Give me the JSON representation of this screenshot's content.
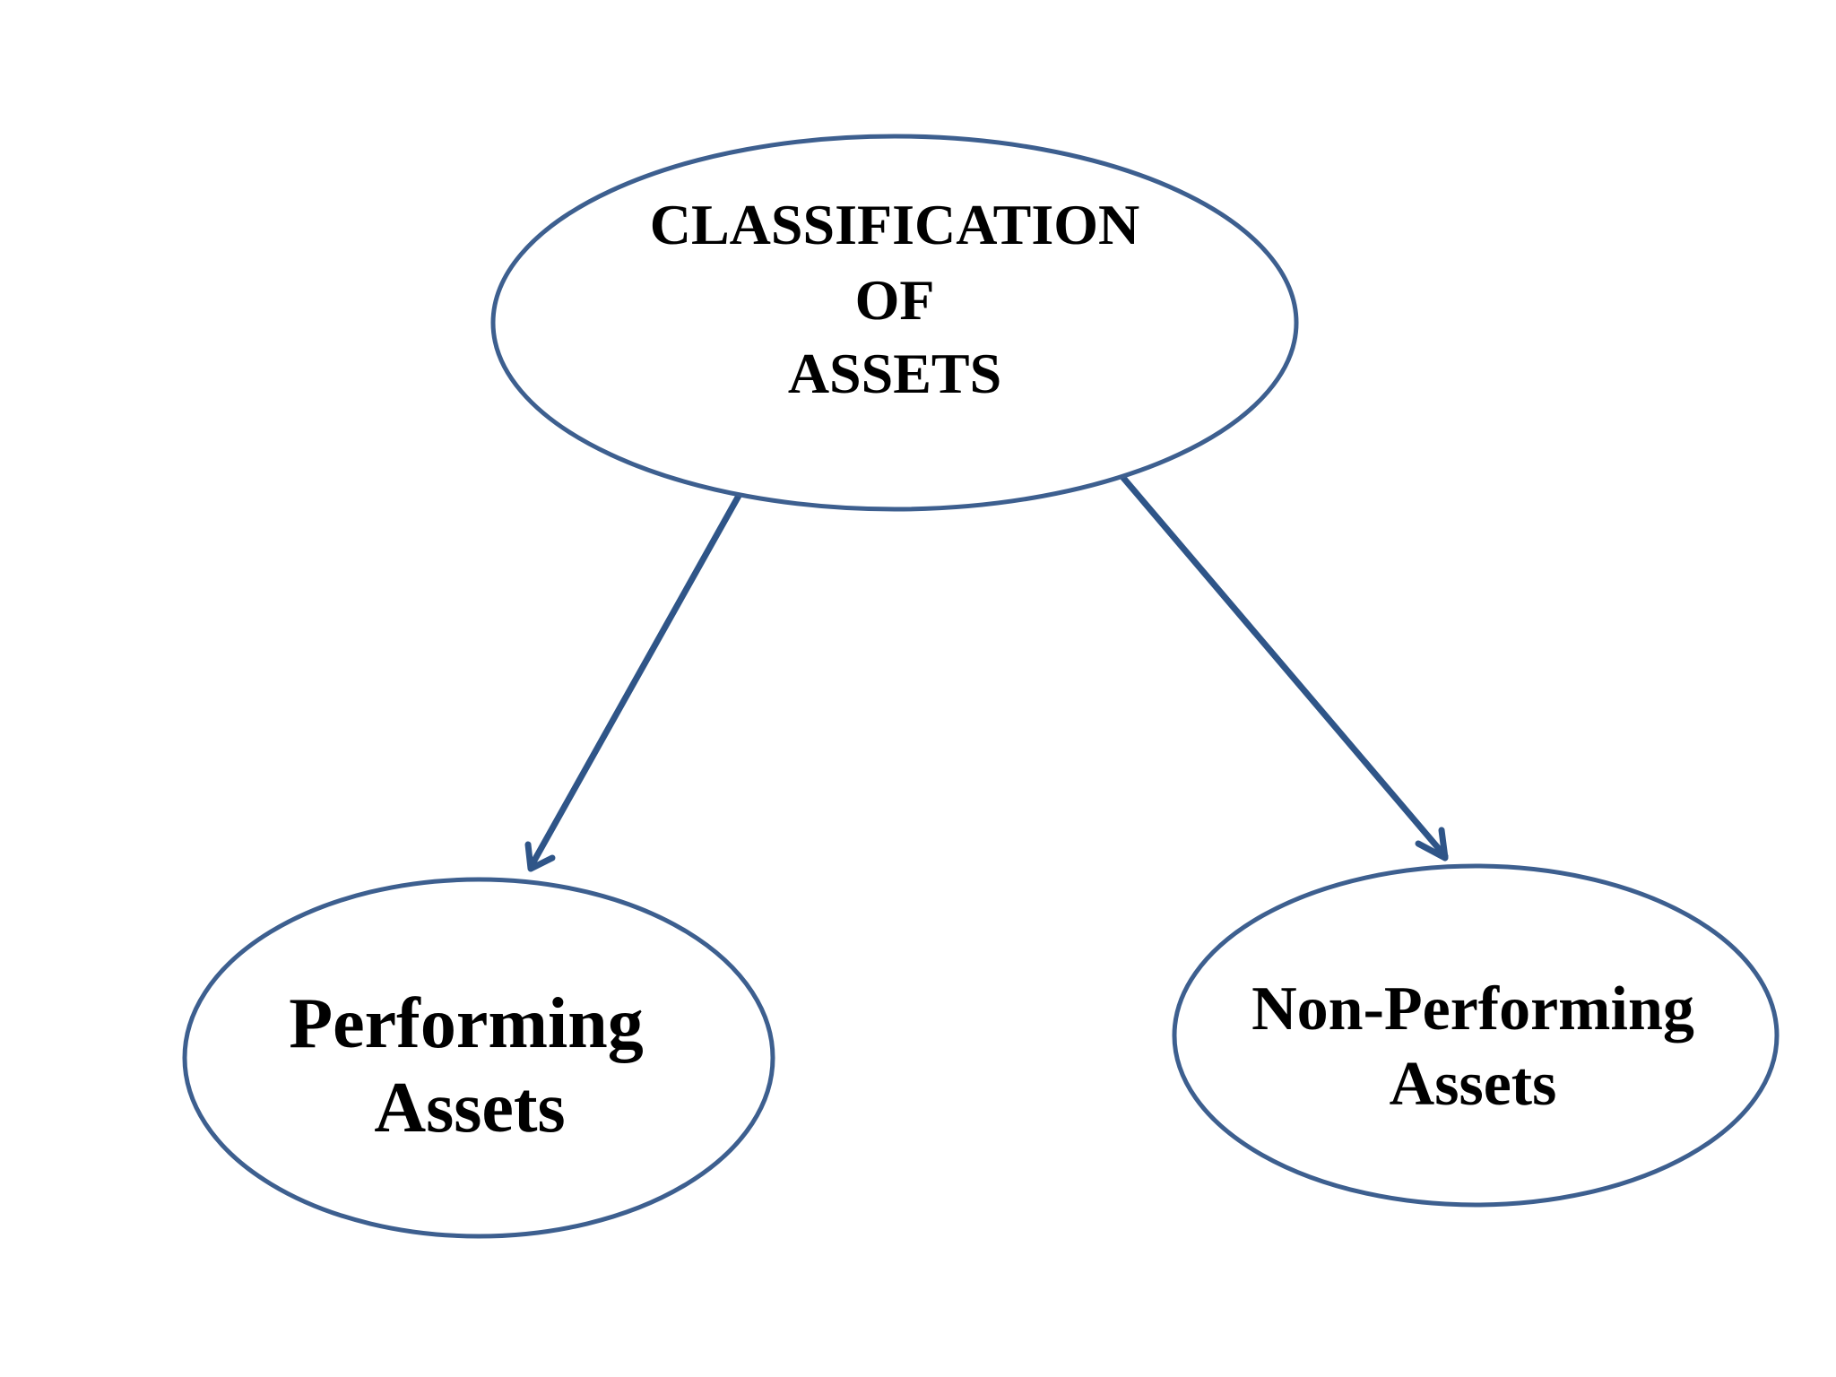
{
  "diagram": {
    "root": {
      "lines": [
        "CLASSIFICATION",
        "OF",
        "ASSETS"
      ]
    },
    "children": [
      {
        "lines": [
          "Performing",
          "Assets"
        ]
      },
      {
        "lines": [
          "Non-Performing",
          "Assets"
        ]
      }
    ],
    "colors": {
      "outline": "#3d5f8f",
      "arrow": "#2f5588",
      "text": "#000000"
    }
  }
}
